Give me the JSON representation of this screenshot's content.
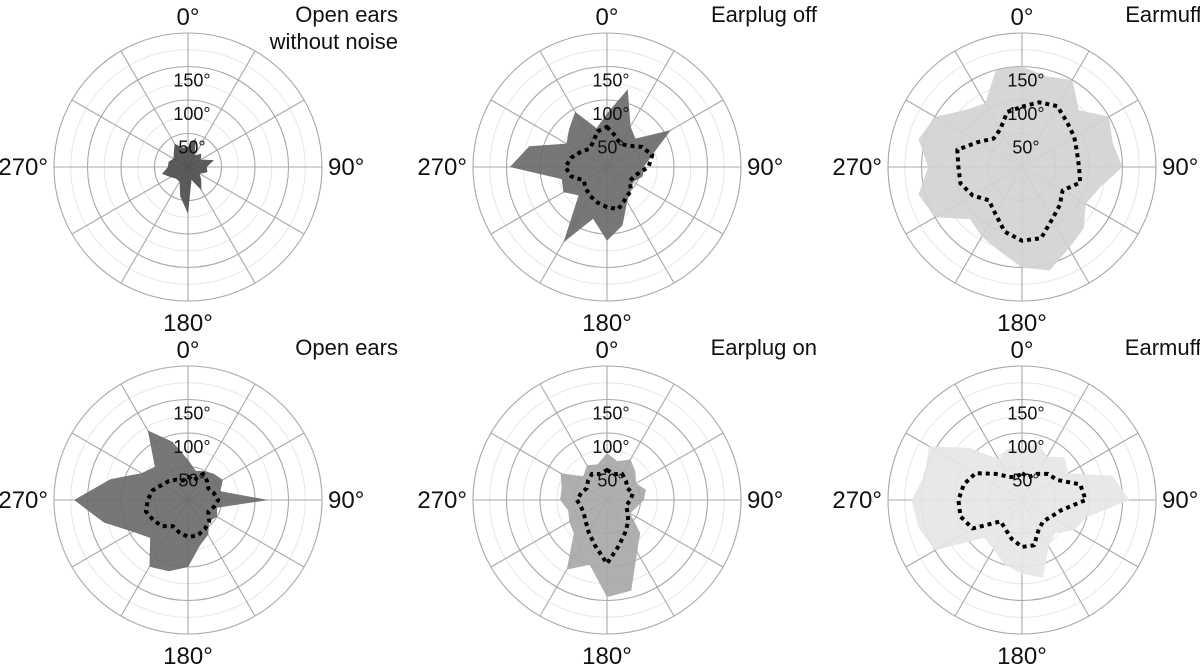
{
  "chart_data": [
    {
      "type": "polar-area",
      "title_lines": [
        "Open ears",
        "without noise"
      ],
      "angle_labels": [
        "0°",
        "90°",
        "180°",
        "270°"
      ],
      "radial_tick_labels": [
        "50°",
        "100°",
        "150°"
      ],
      "radial_ticks": [
        50,
        100,
        150
      ],
      "rlim": [
        0,
        200
      ],
      "grid": true,
      "fill_color": "#4d4d4d",
      "dotted_series": false,
      "theta": [
        0,
        15,
        30,
        45,
        60,
        75,
        90,
        105,
        120,
        135,
        150,
        165,
        180,
        195,
        210,
        225,
        240,
        255,
        270,
        285,
        300,
        315,
        330,
        345
      ],
      "area_values": [
        30,
        45,
        20,
        28,
        22,
        40,
        28,
        30,
        20,
        28,
        40,
        20,
        70,
        45,
        25,
        25,
        30,
        40,
        30,
        30,
        25,
        30,
        40,
        30
      ]
    },
    {
      "type": "polar-area",
      "title_lines": [
        "Earplug off"
      ],
      "angle_labels": [
        "0°",
        "90°",
        "180°",
        "270°"
      ],
      "radial_tick_labels": [
        "50°",
        "100°",
        "150°"
      ],
      "radial_ticks": [
        50,
        100,
        150
      ],
      "rlim": [
        0,
        200
      ],
      "grid": true,
      "fill_color": "#6b6b6b",
      "dotted_series": true,
      "theta": [
        0,
        15,
        30,
        45,
        60,
        75,
        90,
        105,
        120,
        135,
        150,
        165,
        180,
        195,
        210,
        225,
        240,
        255,
        270,
        285,
        300,
        315,
        330,
        345
      ],
      "area_values": [
        80,
        120,
        70,
        60,
        110,
        70,
        55,
        55,
        45,
        50,
        60,
        90,
        110,
        80,
        130,
        60,
        75,
        70,
        145,
        120,
        70,
        80,
        95,
        60
      ],
      "dotted_values": [
        60,
        48,
        40,
        45,
        60,
        70,
        62,
        45,
        40,
        50,
        55,
        65,
        60,
        55,
        50,
        45,
        40,
        55,
        62,
        55,
        45,
        38,
        42,
        55
      ]
    },
    {
      "type": "polar-area",
      "title_lines": [
        "Earmuff off"
      ],
      "angle_labels": [
        "0°",
        "90°",
        "180°",
        "270°"
      ],
      "radial_tick_labels": [
        "50°",
        "100°",
        "150°"
      ],
      "radial_ticks": [
        50,
        100,
        150
      ],
      "rlim": [
        0,
        200
      ],
      "grid": true,
      "fill_color": "#d2d2d2",
      "dotted_series": true,
      "theta": [
        0,
        15,
        30,
        45,
        60,
        75,
        90,
        105,
        120,
        135,
        150,
        165,
        180,
        195,
        210,
        225,
        240,
        255,
        270,
        285,
        300,
        315,
        330,
        345
      ],
      "area_values": [
        150,
        140,
        150,
        120,
        150,
        140,
        150,
        120,
        110,
        130,
        140,
        160,
        150,
        130,
        120,
        110,
        150,
        160,
        140,
        160,
        150,
        120,
        110,
        150
      ],
      "dotted_values": [
        90,
        100,
        105,
        95,
        90,
        85,
        85,
        90,
        70,
        80,
        90,
        110,
        110,
        100,
        80,
        70,
        85,
        95,
        95,
        100,
        75,
        60,
        65,
        85
      ]
    },
    {
      "type": "polar-area",
      "title_lines": [
        "Open ears"
      ],
      "angle_labels": [
        "0°",
        "90°",
        "180°",
        "270°"
      ],
      "radial_tick_labels": [
        "50°",
        "100°",
        "150°"
      ],
      "radial_ticks": [
        50,
        100,
        150
      ],
      "rlim": [
        0,
        200
      ],
      "grid": true,
      "fill_color": "#6b6b6b",
      "dotted_series": true,
      "theta": [
        0,
        15,
        30,
        45,
        60,
        75,
        90,
        105,
        120,
        135,
        150,
        165,
        180,
        195,
        210,
        225,
        240,
        255,
        270,
        285,
        300,
        315,
        330,
        345
      ],
      "area_values": [
        60,
        45,
        50,
        55,
        60,
        50,
        120,
        45,
        50,
        45,
        60,
        70,
        100,
        110,
        115,
        80,
        95,
        130,
        170,
        120,
        80,
        70,
        120,
        90
      ],
      "dotted_values": [
        35,
        30,
        45,
        40,
        35,
        40,
        45,
        40,
        35,
        45,
        50,
        55,
        55,
        50,
        45,
        55,
        60,
        65,
        60,
        55,
        45,
        40,
        35,
        30
      ]
    },
    {
      "type": "polar-area",
      "title_lines": [
        "Earplug on"
      ],
      "angle_labels": [
        "0°",
        "90°",
        "180°",
        "270°"
      ],
      "radial_tick_labels": [
        "50°",
        "100°",
        "150°"
      ],
      "radial_ticks": [
        50,
        100,
        150
      ],
      "rlim": [
        0,
        200
      ],
      "grid": true,
      "fill_color": "#a8a8a8",
      "dotted_series": true,
      "theta": [
        0,
        15,
        30,
        45,
        60,
        75,
        90,
        105,
        120,
        135,
        150,
        165,
        180,
        195,
        210,
        225,
        240,
        255,
        270,
        285,
        300,
        315,
        330,
        345
      ],
      "area_values": [
        70,
        60,
        70,
        60,
        50,
        60,
        55,
        45,
        40,
        70,
        90,
        140,
        145,
        100,
        120,
        70,
        65,
        60,
        70,
        70,
        80,
        50,
        60,
        55
      ],
      "dotted_values": [
        45,
        40,
        45,
        40,
        35,
        40,
        35,
        30,
        35,
        45,
        55,
        70,
        95,
        70,
        55,
        45,
        40,
        40,
        45,
        40,
        35,
        40,
        45,
        40
      ]
    },
    {
      "type": "polar-area",
      "title_lines": [
        "Earmuff on"
      ],
      "angle_labels": [
        "0°",
        "90°",
        "180°",
        "270°"
      ],
      "radial_tick_labels": [
        "50°",
        "100°",
        "150°"
      ],
      "radial_ticks": [
        50,
        100,
        150
      ],
      "rlim": [
        0,
        200
      ],
      "grid": true,
      "fill_color": "#e6e6e6",
      "dotted_series": true,
      "theta": [
        0,
        15,
        30,
        45,
        60,
        75,
        90,
        105,
        120,
        135,
        150,
        165,
        180,
        195,
        210,
        225,
        240,
        255,
        270,
        285,
        300,
        315,
        330,
        345
      ],
      "area_values": [
        75,
        90,
        75,
        90,
        80,
        140,
        160,
        100,
        90,
        70,
        80,
        120,
        110,
        100,
        85,
        80,
        150,
        160,
        165,
        150,
        160,
        110,
        70,
        80
      ],
      "dotted_values": [
        40,
        35,
        45,
        55,
        60,
        90,
        95,
        60,
        50,
        45,
        50,
        70,
        70,
        60,
        50,
        45,
        85,
        95,
        95,
        90,
        80,
        55,
        40,
        35
      ]
    }
  ]
}
